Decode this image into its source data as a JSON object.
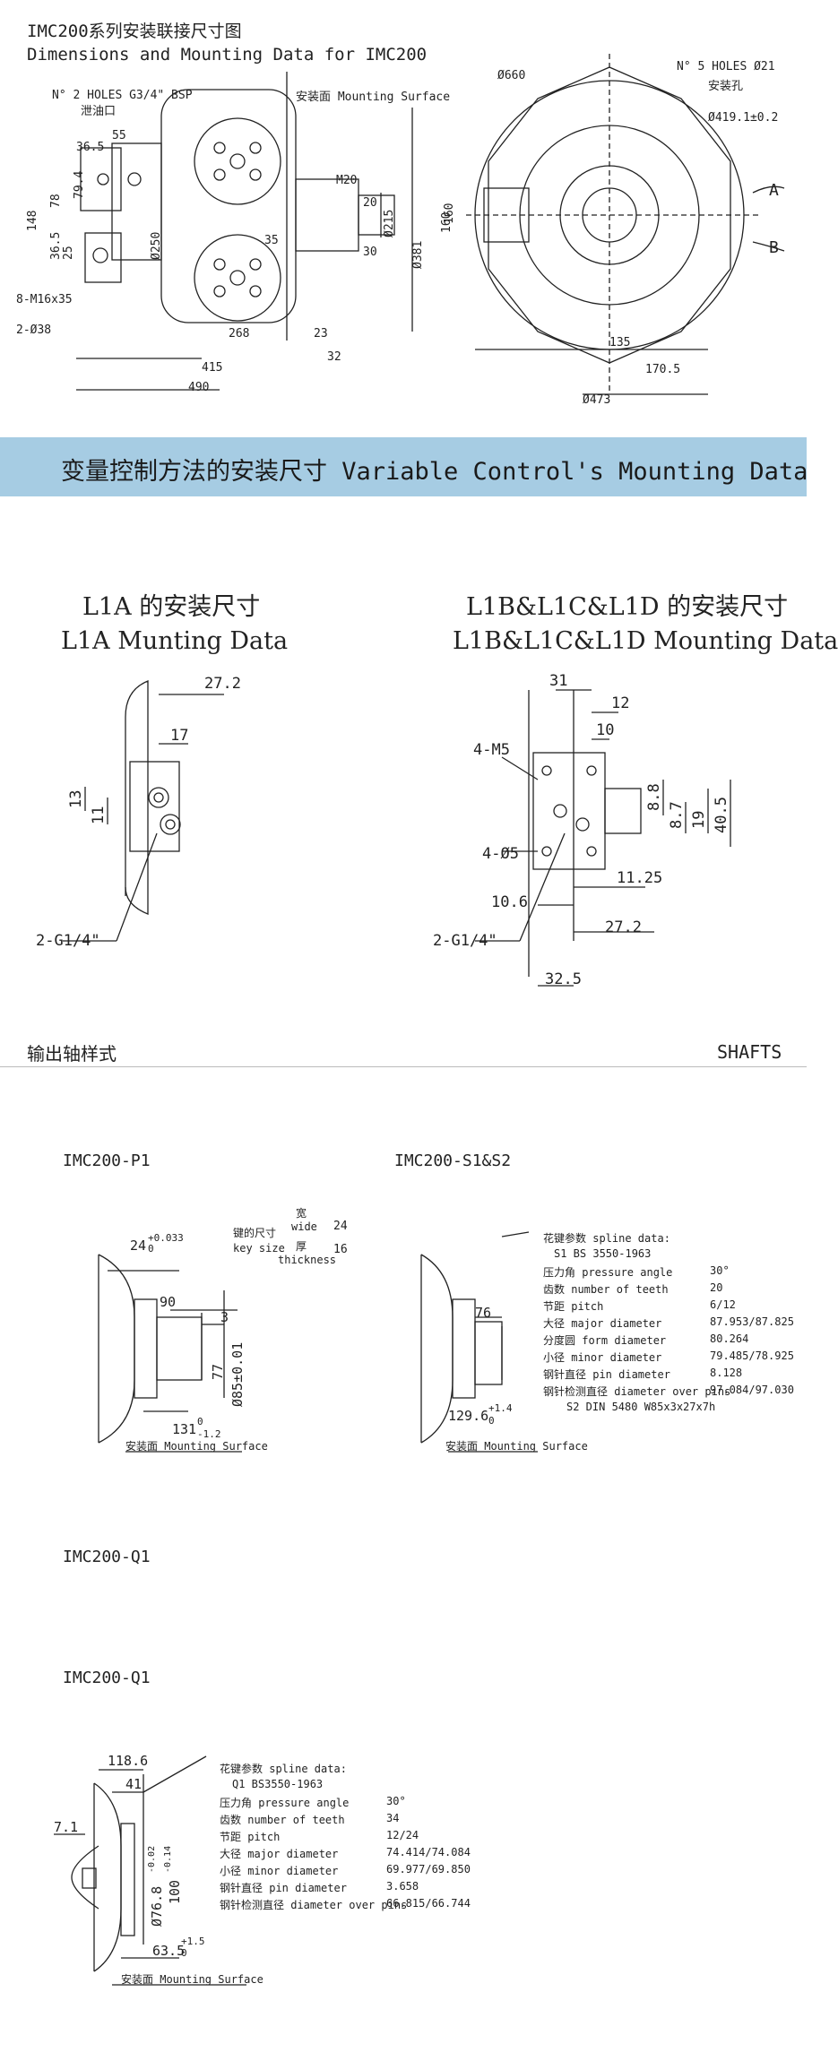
{
  "header": {
    "title_cn": "IMC200系列安装联接尺寸图",
    "title_en": "Dimensions and Mounting Data for IMC200"
  },
  "main_drawing": {
    "labels": [
      "N° 2 HOLES G3/4\" BSP",
      "泄油口",
      "安装面 Mounting Surface",
      "36.5",
      "55",
      "79.4",
      "148",
      "78",
      "36.5",
      "25",
      "8-M16x35",
      "2-Ø38",
      "Ø250",
      "M20",
      "20",
      "35",
      "30",
      "Ø215",
      "Ø381",
      "160",
      "268",
      "23",
      "415",
      "32",
      "490"
    ],
    "right_labels": [
      "Ø660",
      "N° 5 HOLES Ø21",
      "安装孔",
      "Ø419.1±0.2",
      "A",
      "B",
      "160",
      "135",
      "170.5",
      "Ø473"
    ]
  },
  "section_bar": {
    "text": "变量控制方法的安装尺寸  Variable Control's Mounting Data"
  },
  "l1a": {
    "title_cn": "L1A 的安装尺寸",
    "title_en": "L1A Munting Data",
    "dims": [
      "27.2",
      "17",
      "13",
      "11",
      "2-G1/4\""
    ]
  },
  "l1b": {
    "title_cn": "L1B&L1C&L1D 的安装尺寸",
    "title_en": "L1B&L1C&L1D Mounting Data",
    "dims": [
      "31",
      "12",
      "10",
      "4-M5",
      "8.8",
      "8.7",
      "19",
      "40.5",
      "4-Ø5",
      "11.25",
      "10.6",
      "27.2",
      "2-G1/4\"",
      "32.5"
    ]
  },
  "shafts": {
    "title_cn": "输出轴样式",
    "title_en": "SHAFTS"
  },
  "p1": {
    "name": "IMC200-P1",
    "dims": [
      "24",
      "+0.033",
      "0",
      "键的尺寸",
      "key size",
      "宽",
      "wide",
      "厚",
      "thickness",
      "24",
      "16",
      "90",
      "3",
      "77",
      "Ø85±0.01",
      "131",
      "0",
      "-1.2",
      "安装面 Mounting Surface"
    ]
  },
  "s1s2": {
    "name": "IMC200-S1&S2",
    "dims": [
      "76",
      "129.6",
      "+1.4",
      "0",
      "安装面 Mounting Surface"
    ],
    "spline_rows": [
      [
        "花键参数 spline data:",
        ""
      ],
      [
        "S1 BS 3550-1963",
        ""
      ],
      [
        "压力角 pressure angle",
        "30°"
      ],
      [
        "齿数 number of teeth",
        "20"
      ],
      [
        "节距 pitch",
        "6/12"
      ],
      [
        "大径 major diameter",
        "87.953/87.825"
      ],
      [
        "分度圆 form diameter",
        "80.264"
      ],
      [
        "小径 minor diameter",
        "79.485/78.925"
      ],
      [
        "钢针直径 pin diameter",
        "8.128"
      ],
      [
        "钢针检测直径 diameter over pins",
        "97.084/97.030"
      ],
      [
        "S2 DIN 5480 W85x3x27x7h",
        ""
      ]
    ]
  },
  "q1a": {
    "name": "IMC200-Q1"
  },
  "q1": {
    "name": "IMC200-Q1",
    "dims": [
      "118.6",
      "41",
      "7.1",
      "Ø76.8",
      "-0.02",
      "-0.14",
      "100",
      "63.5",
      "+1.5",
      "0",
      "安装面 Mounting Surface"
    ],
    "spline_rows": [
      [
        "花键参数 spline data:",
        ""
      ],
      [
        "Q1 BS3550-1963",
        ""
      ],
      [
        "压力角 pressure angle",
        "30°"
      ],
      [
        "齿数 number of teeth",
        "34"
      ],
      [
        "节距 pitch",
        "12/24"
      ],
      [
        "大径 major diameter",
        "74.414/74.084"
      ],
      [
        "小径 minor diameter",
        "69.977/69.850"
      ],
      [
        "钢针直径 pin diameter",
        "3.658"
      ],
      [
        "钢针检测直径 diameter over pins",
        "66.815/66.744"
      ]
    ]
  }
}
